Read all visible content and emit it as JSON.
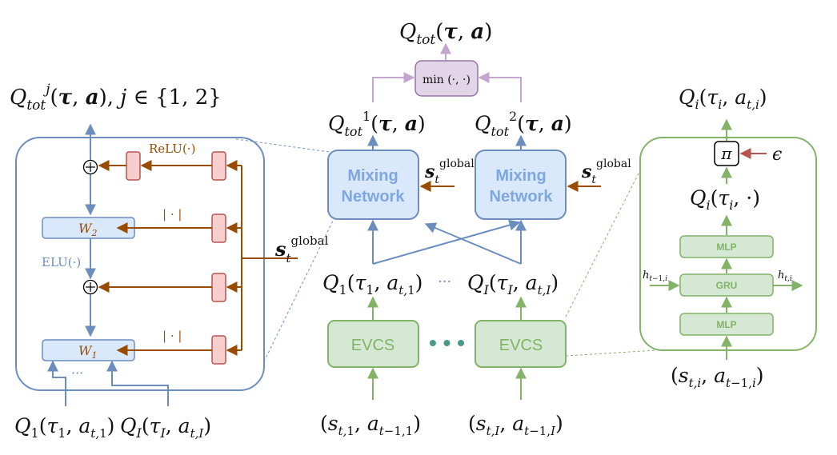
{
  "labels": {
    "q_tot_top": "Q_tot(τ, a)",
    "q_tot_j": "Q^j_tot(τ, a), j ∈ {1, 2}",
    "q_tot_1": "Q^1_tot(τ, a)",
    "q_tot_2": "Q^2_tot(τ, a)",
    "min_op": "min (·, ·)",
    "mixing_network": "Mixing Network",
    "mixing_line1": "Mixing",
    "mixing_line2": "Network",
    "s_global": "s_t^global",
    "q_1": "Q_1(τ_1, a_t,1)",
    "q_I": "Q_I(τ_I, a_t,I)",
    "dots_h": "···",
    "evcs": "EVCS",
    "input_1": "(s_t,1, a_t−1,1)",
    "input_I": "(s_t,I, a_t−1,I)",
    "q_i_out": "Q_i(τ_i, a_t,i)",
    "pi": "π",
    "epsilon": "ϵ",
    "q_i_all": "Q_i(τ_i, ·)",
    "mlp": "MLP",
    "gru": "GRU",
    "h_prev": "h_t−1,i",
    "h_next": "h_t,i",
    "input_i": "(s_t,i, a_t−1,i)",
    "relu": "ReLU(·)",
    "abs": "| · |",
    "elu": "ELU(·)",
    "w1": "W1",
    "w2": "W2",
    "plus": "+"
  },
  "colors": {
    "blue_fill": "#dae8fc",
    "blue_stroke": "#6c8ebf",
    "green_fill": "#d5e8d4",
    "green_stroke": "#82b366",
    "purple_fill": "#e1d5e7",
    "purple_stroke": "#9673a6",
    "red_fill": "#f8cecc",
    "red_stroke": "#b85450",
    "brown": "#994c00"
  }
}
